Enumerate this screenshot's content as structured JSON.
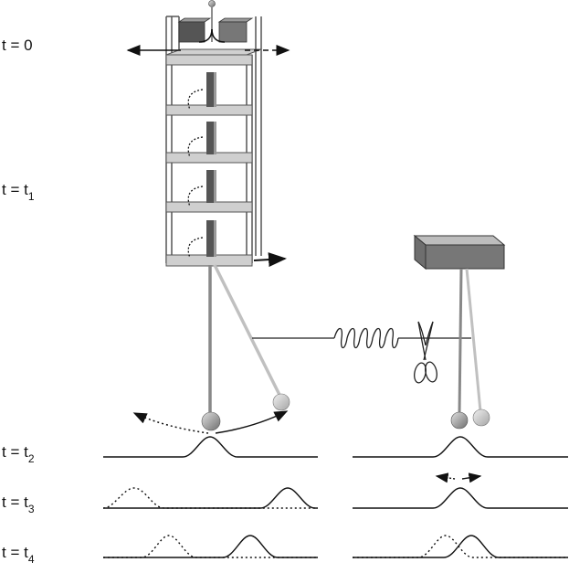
{
  "labels": {
    "t0": "t = 0",
    "t1": {
      "main": "t = t",
      "sub": "1"
    },
    "t2": {
      "main": "t = t",
      "sub": "2"
    },
    "t3": {
      "main": "t = t",
      "sub": "3"
    },
    "t4": {
      "main": "t = t",
      "sub": "4"
    }
  },
  "colors": {
    "frame": "#555555",
    "shelf": "#cfcfcf",
    "slab_dark": "#555555",
    "block": "#777777",
    "pendulum_bob": "#8a8a8a",
    "rod_light": "#bdbdbd",
    "curve": "#111111"
  },
  "icons": [
    "scissors-icon",
    "spring-icon",
    "arrow-icon"
  ]
}
